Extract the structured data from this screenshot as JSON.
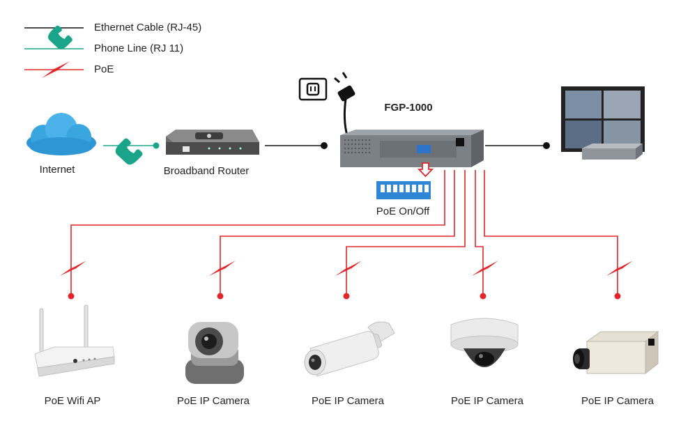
{
  "legend": {
    "items": [
      {
        "label": "Ethernet Cable (RJ-45)",
        "color": "#111111",
        "style": "line"
      },
      {
        "label": "Phone Line (RJ 11)",
        "color": "#1aa58a",
        "style": "phone"
      },
      {
        "label": "PoE",
        "color": "#e0262a",
        "style": "bolt"
      }
    ]
  },
  "nodes": {
    "internet": "Internet",
    "router": "Broadband Router",
    "switch": "FGP-1000",
    "dip_switch": "PoE On/Off"
  },
  "devices": [
    {
      "label": "PoE Wifi AP",
      "icon": "wifi-ap-icon"
    },
    {
      "label": "PoE IP Camera",
      "icon": "ptz-camera-icon"
    },
    {
      "label": "PoE IP Camera",
      "icon": "bullet-camera-icon"
    },
    {
      "label": "PoE IP Camera",
      "icon": "dome-camera-icon"
    },
    {
      "label": "PoE IP Camera",
      "icon": "box-camera-icon"
    }
  ],
  "colors": {
    "ethernet": "#111111",
    "phone": "#1aa58a",
    "poe": "#e0262a",
    "cloud": "#3aa6e0"
  }
}
